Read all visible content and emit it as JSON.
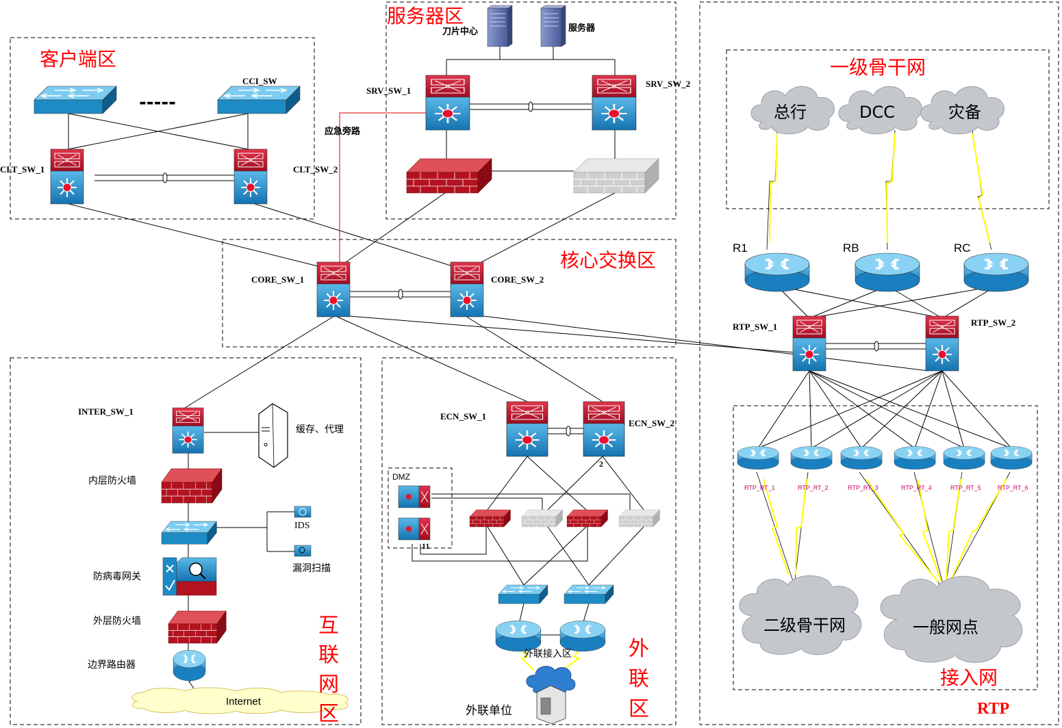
{
  "zones": {
    "client": "客户端区",
    "server": "服务器区",
    "core": "核心交换区",
    "backbone1": "一级骨干网",
    "internet": "互联网区",
    "ecn": "外联区",
    "access": "接入网",
    "rtp": "RTP"
  },
  "labels": {
    "cci_sw": "CCI_SW",
    "clt_sw_1": "CLT_SW_1",
    "clt_sw_2": "CLT_SW_2",
    "blade": "刀片中心",
    "server": "服务器",
    "srv_sw_1": "SRV_SW_1",
    "srv_sw_2": "SRV_SW_2",
    "emergency": "应急旁路",
    "core_sw_1": "CORE_SW_1",
    "core_sw_2": "CORE_SW_2",
    "r1": "R1",
    "rb": "RB",
    "rc": "RC",
    "rtp_sw_1": "RTP_SW_1",
    "rtp_sw_2": "RTP_SW_2",
    "inter_sw_1": "INTER_SW_1",
    "cache": "缓存、代理",
    "inner_fw": "内层防火墙",
    "ids": "IDS",
    "vuln": "漏洞扫描",
    "antivirus": "防病毒网关",
    "outer_fw": "外层防火墙",
    "border_router": "边界路由器",
    "internet": "Internet",
    "ecn_sw_1": "ECN_SW_1",
    "ecn_sw_2": "ECN_SW_2",
    "dmz": "DMZ",
    "ecn_access": "外联接入区",
    "ecn_unit": "外联单位",
    "num2": "2",
    "num11": "11"
  },
  "clouds": {
    "hq": "总行",
    "dcc": "DCC",
    "backup": "灾备",
    "backbone2": "二级骨干网",
    "general": "一般网点"
  },
  "rtp_routers": [
    "RTP_RT_1",
    "RTP_RT_2",
    "RTP_RT_3",
    "RTP_RT_4",
    "RTP_RT_5",
    "RTP_RT_6"
  ],
  "dots": "-----",
  "colors": {
    "zone_title": "#ff0000",
    "switch_blue": "#1d8cc6",
    "switch_red": "#c8102e"
  }
}
